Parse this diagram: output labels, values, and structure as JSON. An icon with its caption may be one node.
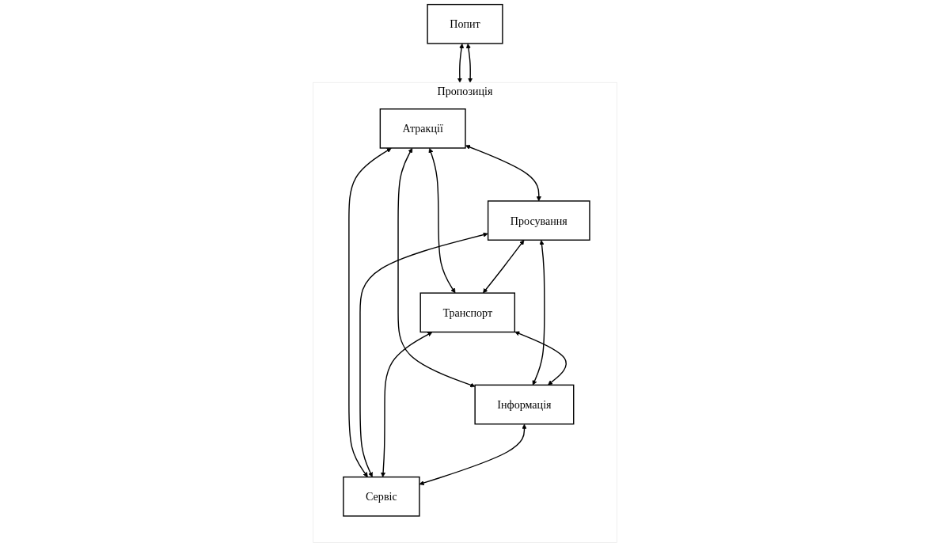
{
  "diagram": {
    "nodes": [
      {
        "text": [
          "Попит"
        ]
      },
      {
        "text": [
          "Пропозиція"
        ]
      },
      {
        "text": [
          "Атракції"
        ],
        "in": 1
      },
      {
        "text": [
          "Просування"
        ],
        "in": 1
      },
      {
        "text": [
          "Транспорт"
        ],
        "in": 1
      },
      {
        "text": [
          "Інформація"
        ],
        "in": 1
      },
      {
        "text": [
          "Сервіс"
        ],
        "in": 1
      }
    ],
    "edges": [
      {
        "from": 0,
        "to": 1,
        "arrow": "both"
      },
      {
        "from": 0,
        "to": 1,
        "arrow": "both"
      },
      {
        "from": 2,
        "to": 3,
        "arrow": "both"
      },
      {
        "from": 2,
        "to": 4,
        "arrow": "both"
      },
      {
        "from": 3,
        "to": 4,
        "arrow": "both"
      },
      {
        "from": 2,
        "to": 5,
        "arrow": "both"
      },
      {
        "from": 2,
        "to": 6,
        "arrow": "both"
      },
      {
        "from": 3,
        "to": 5,
        "arrow": "both"
      },
      {
        "from": 3,
        "to": 6,
        "arrow": "both"
      },
      {
        "from": 4,
        "to": 5,
        "arrow": "both"
      },
      {
        "from": 4,
        "to": 6,
        "arrow": "both"
      },
      {
        "from": 5,
        "to": 6,
        "arrow": "both"
      }
    ]
  }
}
